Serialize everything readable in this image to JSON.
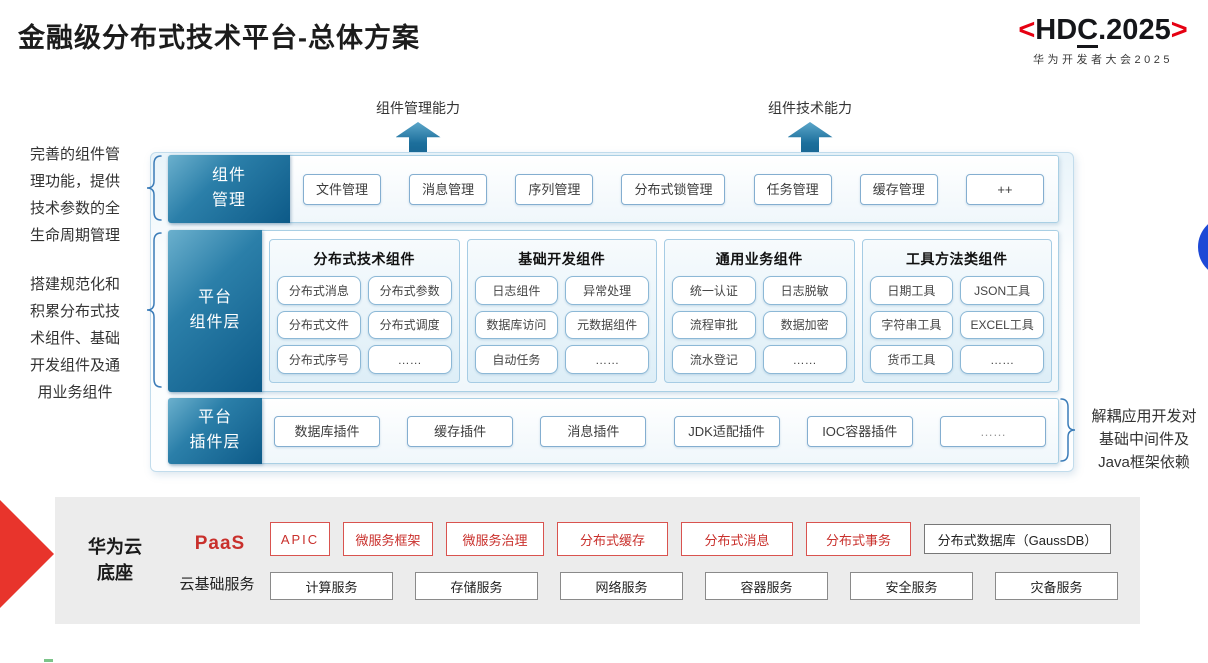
{
  "title": "金融级分布式技术平台-总体方案",
  "logo": {
    "open": "<",
    "pre": "HD",
    "c": "C",
    "post": ".2025",
    "close": ">",
    "subtitle": "华为开发者大会2025"
  },
  "arrows": {
    "left_label": "组件管理能力",
    "right_label": "组件技术能力"
  },
  "notes": {
    "note1": "完善的组件管\n理功能，提供\n技术参数的全\n生命周期管理",
    "note2": "搭建规范化和\n积累分布式技\n术组件、基础\n开发组件及通\n用业务组件",
    "note3": "解耦应用开发对\n基础中间件及\nJava框架依赖"
  },
  "layers": {
    "management": {
      "label": "组件\n管理",
      "items": [
        "文件管理",
        "消息管理",
        "序列管理",
        "分布式锁管理",
        "任务管理",
        "缓存管理",
        "++"
      ]
    },
    "components": {
      "label": "平台\n组件层",
      "groups": [
        {
          "title": "分布式技术组件",
          "items": [
            "分布式消息",
            "分布式参数",
            "分布式文件",
            "分布式调度",
            "分布式序号",
            "……"
          ]
        },
        {
          "title": "基础开发组件",
          "items": [
            "日志组件",
            "异常处理",
            "数据库访问",
            "元数据组件",
            "自动任务",
            "……"
          ]
        },
        {
          "title": "通用业务组件",
          "items": [
            "统一认证",
            "日志脱敏",
            "流程审批",
            "数据加密",
            "流水登记",
            "……"
          ]
        },
        {
          "title": "工具方法类组件",
          "items": [
            "日期工具",
            "JSON工具",
            "字符串工具",
            "EXCEL工具",
            "货币工具",
            "……"
          ]
        }
      ]
    },
    "plugins": {
      "label": "平台\n插件层",
      "items": [
        "数据库插件",
        "缓存插件",
        "消息插件",
        "JDK适配插件",
        "IOC容器插件",
        "……"
      ]
    }
  },
  "foundation": {
    "label": "华为云\n底座",
    "paas_label": "PaaS",
    "paas_items": [
      "APIC",
      "微服务框架",
      "微服务治理",
      "分布式缓存",
      "分布式消息",
      "分布式事务"
    ],
    "paas_db": "分布式数据库（GaussDB）",
    "iaas_label": "云基础服务",
    "iaas_items": [
      "计算服务",
      "存储服务",
      "网络服务",
      "容器服务",
      "安全服务",
      "灾备服务"
    ]
  },
  "colors": {
    "layer_label_blue_dark": "#0d5a88",
    "layer_label_blue_light": "#6bb0cd",
    "arrow_blue": "#13618d",
    "huawei_red": "#e8342c",
    "paas_red": "#c9302c",
    "panel_gray": "#ececec",
    "circle_blue": "#1d49d6",
    "box_border_blue": "#84aed0"
  }
}
